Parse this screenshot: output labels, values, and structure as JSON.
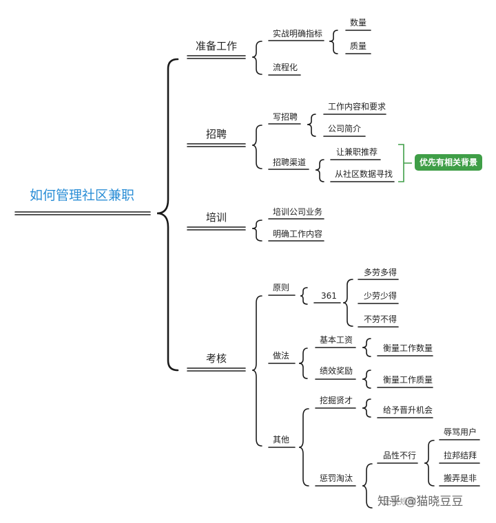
{
  "root": "如何管理社区兼职",
  "branches": {
    "prepare": {
      "label": "准备工作",
      "combat_target": "实战明确指标",
      "quantity": "数量",
      "quality": "质量",
      "process": "流程化"
    },
    "recruit": {
      "label": "招聘",
      "write_ad": "写招聘",
      "work_req": "工作内容和要求",
      "company_intro": "公司简介",
      "channels": "招聘渠道",
      "referral": "让兼职推荐",
      "community_data": "从社区数据寻找",
      "priority_note": "优先有相关背景"
    },
    "train": {
      "label": "培训",
      "business": "培训公司业务",
      "content": "明确工作内容"
    },
    "assess": {
      "label": "考核",
      "principle": "原则",
      "three61": "361",
      "more": "多劳多得",
      "less": "少劳少得",
      "none": "不劳不得",
      "method": "做法",
      "base_pay": "基本工资",
      "measure_qty": "衡量工作数量",
      "bonus": "绩效奖励",
      "measure_qlt": "衡量工作质量",
      "other": "其他",
      "talent": "挖掘贤才",
      "promotion": "给予晋升机会",
      "eliminate": "惩罚淘汰",
      "bad_conduct": "品性不行",
      "insult": "辱骂用户",
      "clique": "拉邦结拜",
      "gossip": "搬弄是非",
      "partial_hidden": "无视规则"
    }
  },
  "watermark": "知乎 @猫晓豆豆"
}
